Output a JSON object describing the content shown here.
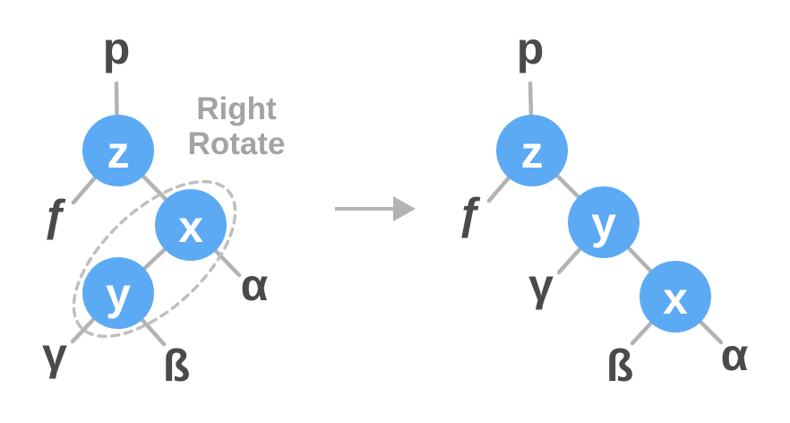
{
  "diagram_title": "Right Rotate binary tree rotation",
  "colors": {
    "background": "#ffffff",
    "node_fill": "#5CAAF4",
    "node_letter": "#ffffff",
    "edge": "#b3b3b3",
    "label": "#4a4a4a",
    "operation_text": "#a3a3a3",
    "arrow": "#b3b3b3",
    "rotation_outline": "#bfbfbf"
  },
  "operation": {
    "line1": "Right",
    "line2": "Rotate"
  },
  "before": {
    "p": "p",
    "z": "z",
    "x": "x",
    "y": "y",
    "f": "ƒ",
    "alpha": "α",
    "beta": "ß",
    "gamma": "γ"
  },
  "after": {
    "p": "p",
    "z": "z",
    "y": "y",
    "x": "x",
    "f": "ƒ",
    "alpha": "α",
    "beta": "ß",
    "gamma": "γ"
  }
}
